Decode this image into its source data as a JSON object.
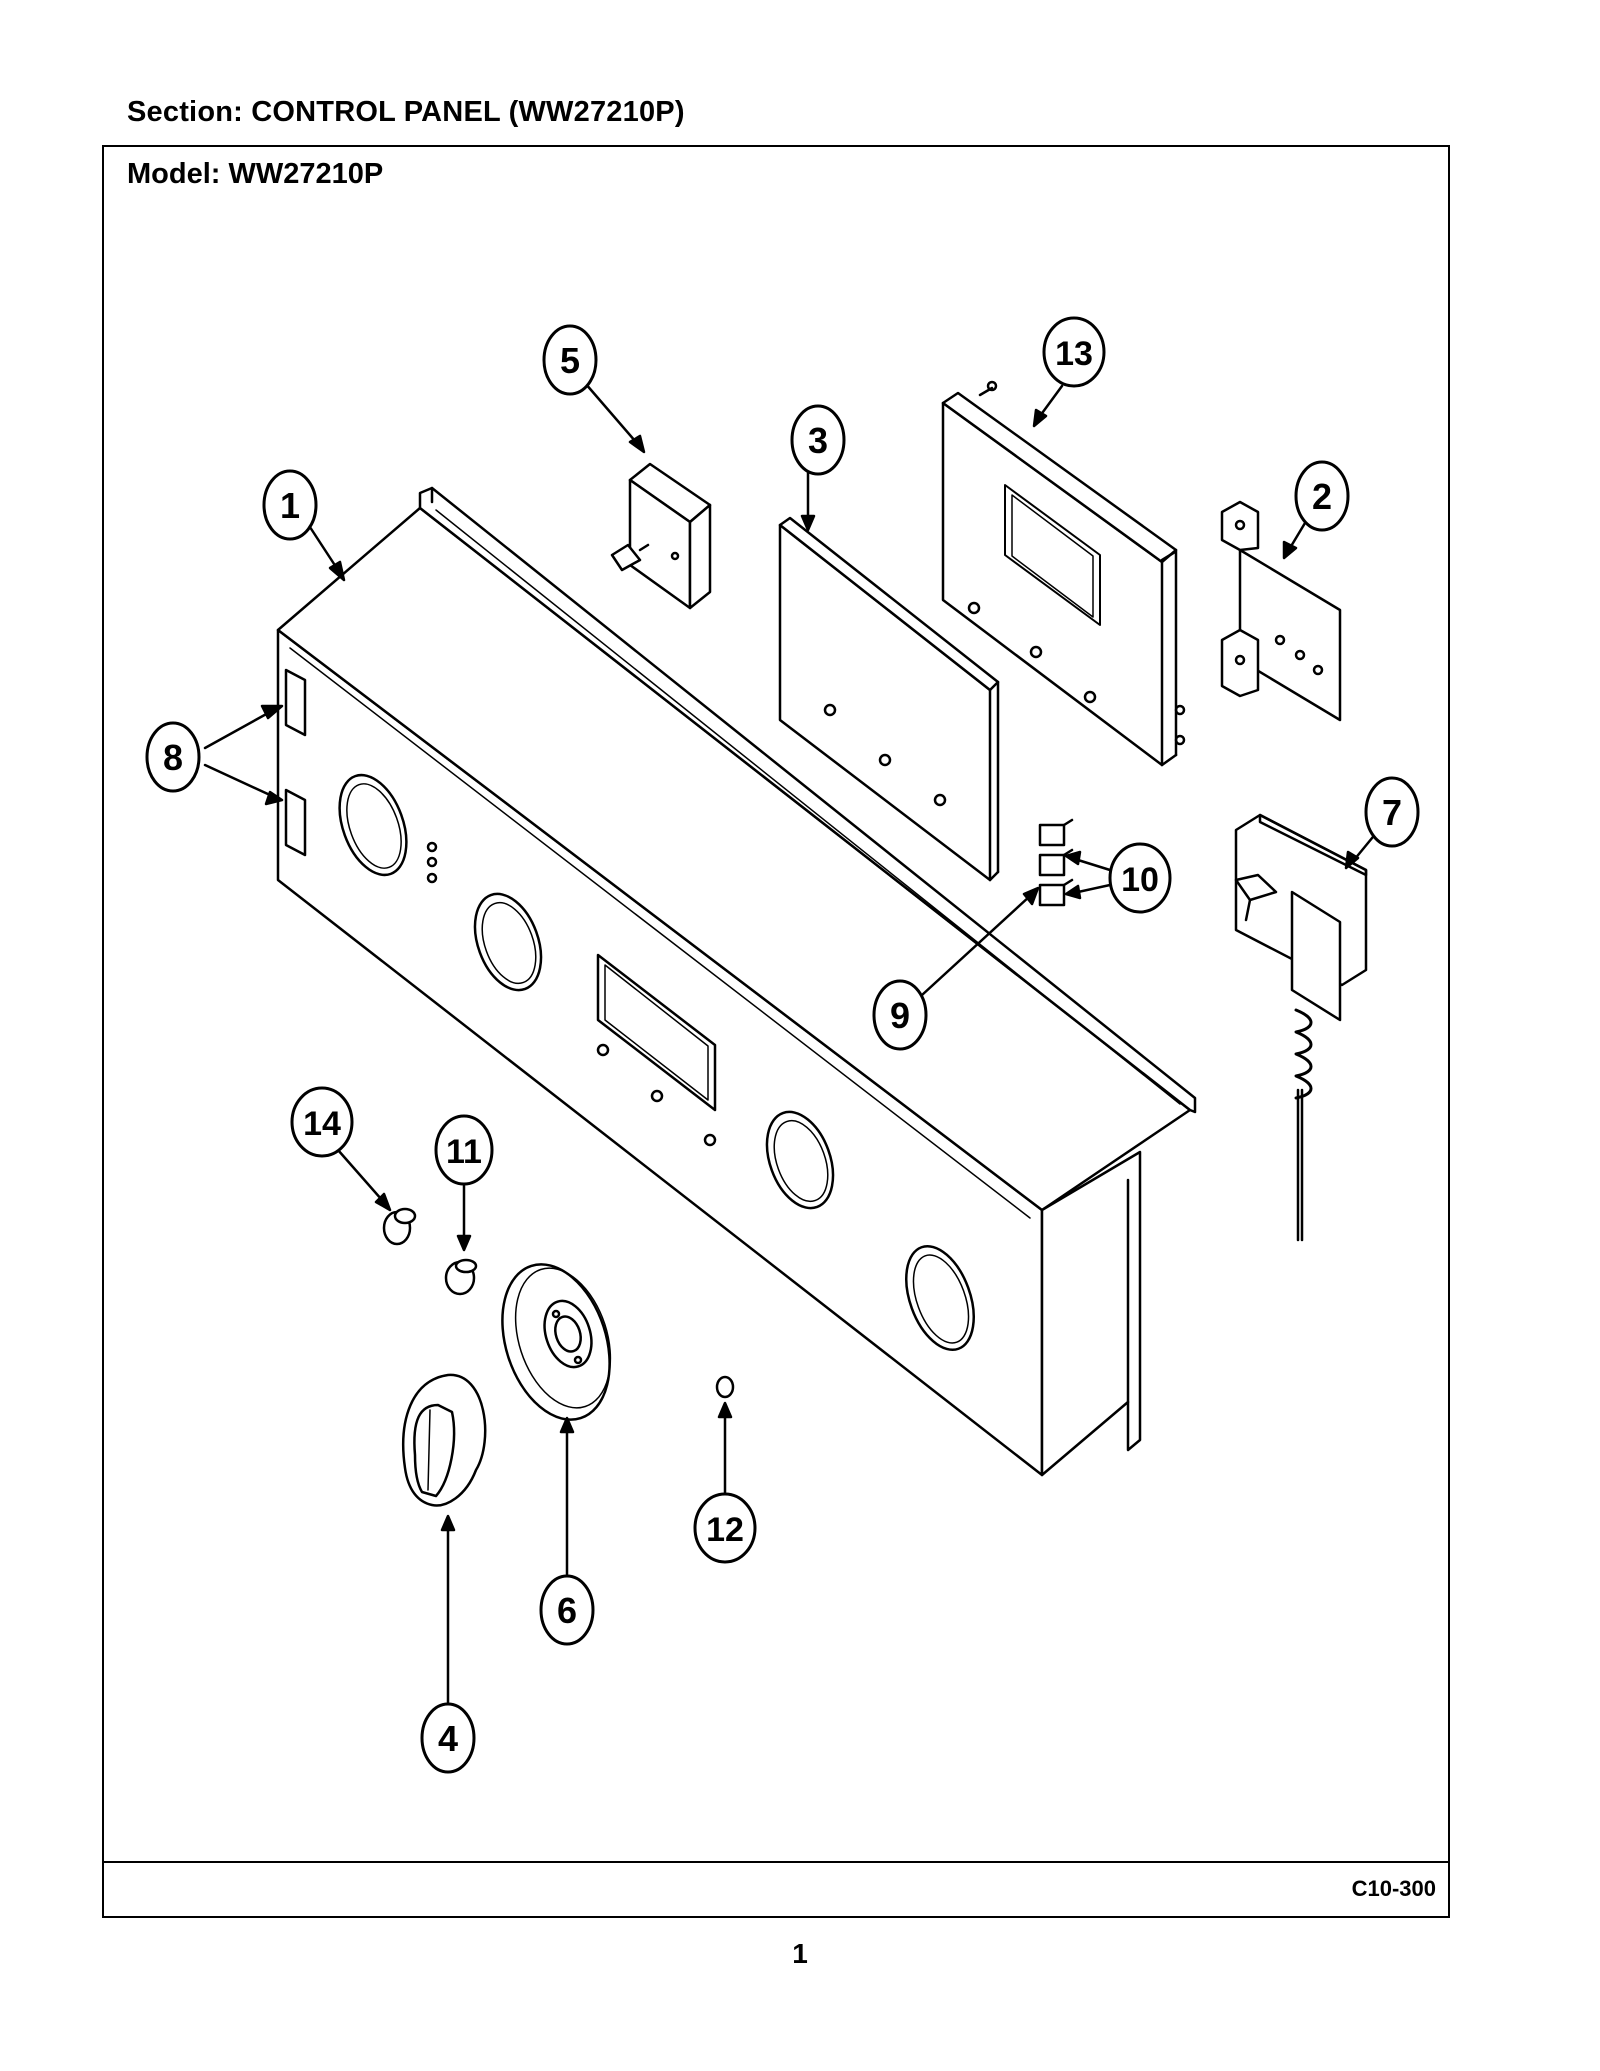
{
  "header": {
    "section_title": "Section:  CONTROL PANEL (WW27210P)",
    "model_title": "Model:  WW27210P"
  },
  "footer": {
    "drawing_id": "C10-300",
    "page_number": "1"
  },
  "callouts": [
    {
      "id": "callout-1",
      "label": "1"
    },
    {
      "id": "callout-2",
      "label": "2"
    },
    {
      "id": "callout-3",
      "label": "3"
    },
    {
      "id": "callout-4",
      "label": "4"
    },
    {
      "id": "callout-5",
      "label": "5"
    },
    {
      "id": "callout-6",
      "label": "6"
    },
    {
      "id": "callout-7",
      "label": "7"
    },
    {
      "id": "callout-8",
      "label": "8"
    },
    {
      "id": "callout-9",
      "label": "9"
    },
    {
      "id": "callout-10",
      "label": "10"
    },
    {
      "id": "callout-11",
      "label": "11"
    },
    {
      "id": "callout-12",
      "label": "12"
    },
    {
      "id": "callout-13",
      "label": "13"
    },
    {
      "id": "callout-14",
      "label": "14"
    }
  ]
}
